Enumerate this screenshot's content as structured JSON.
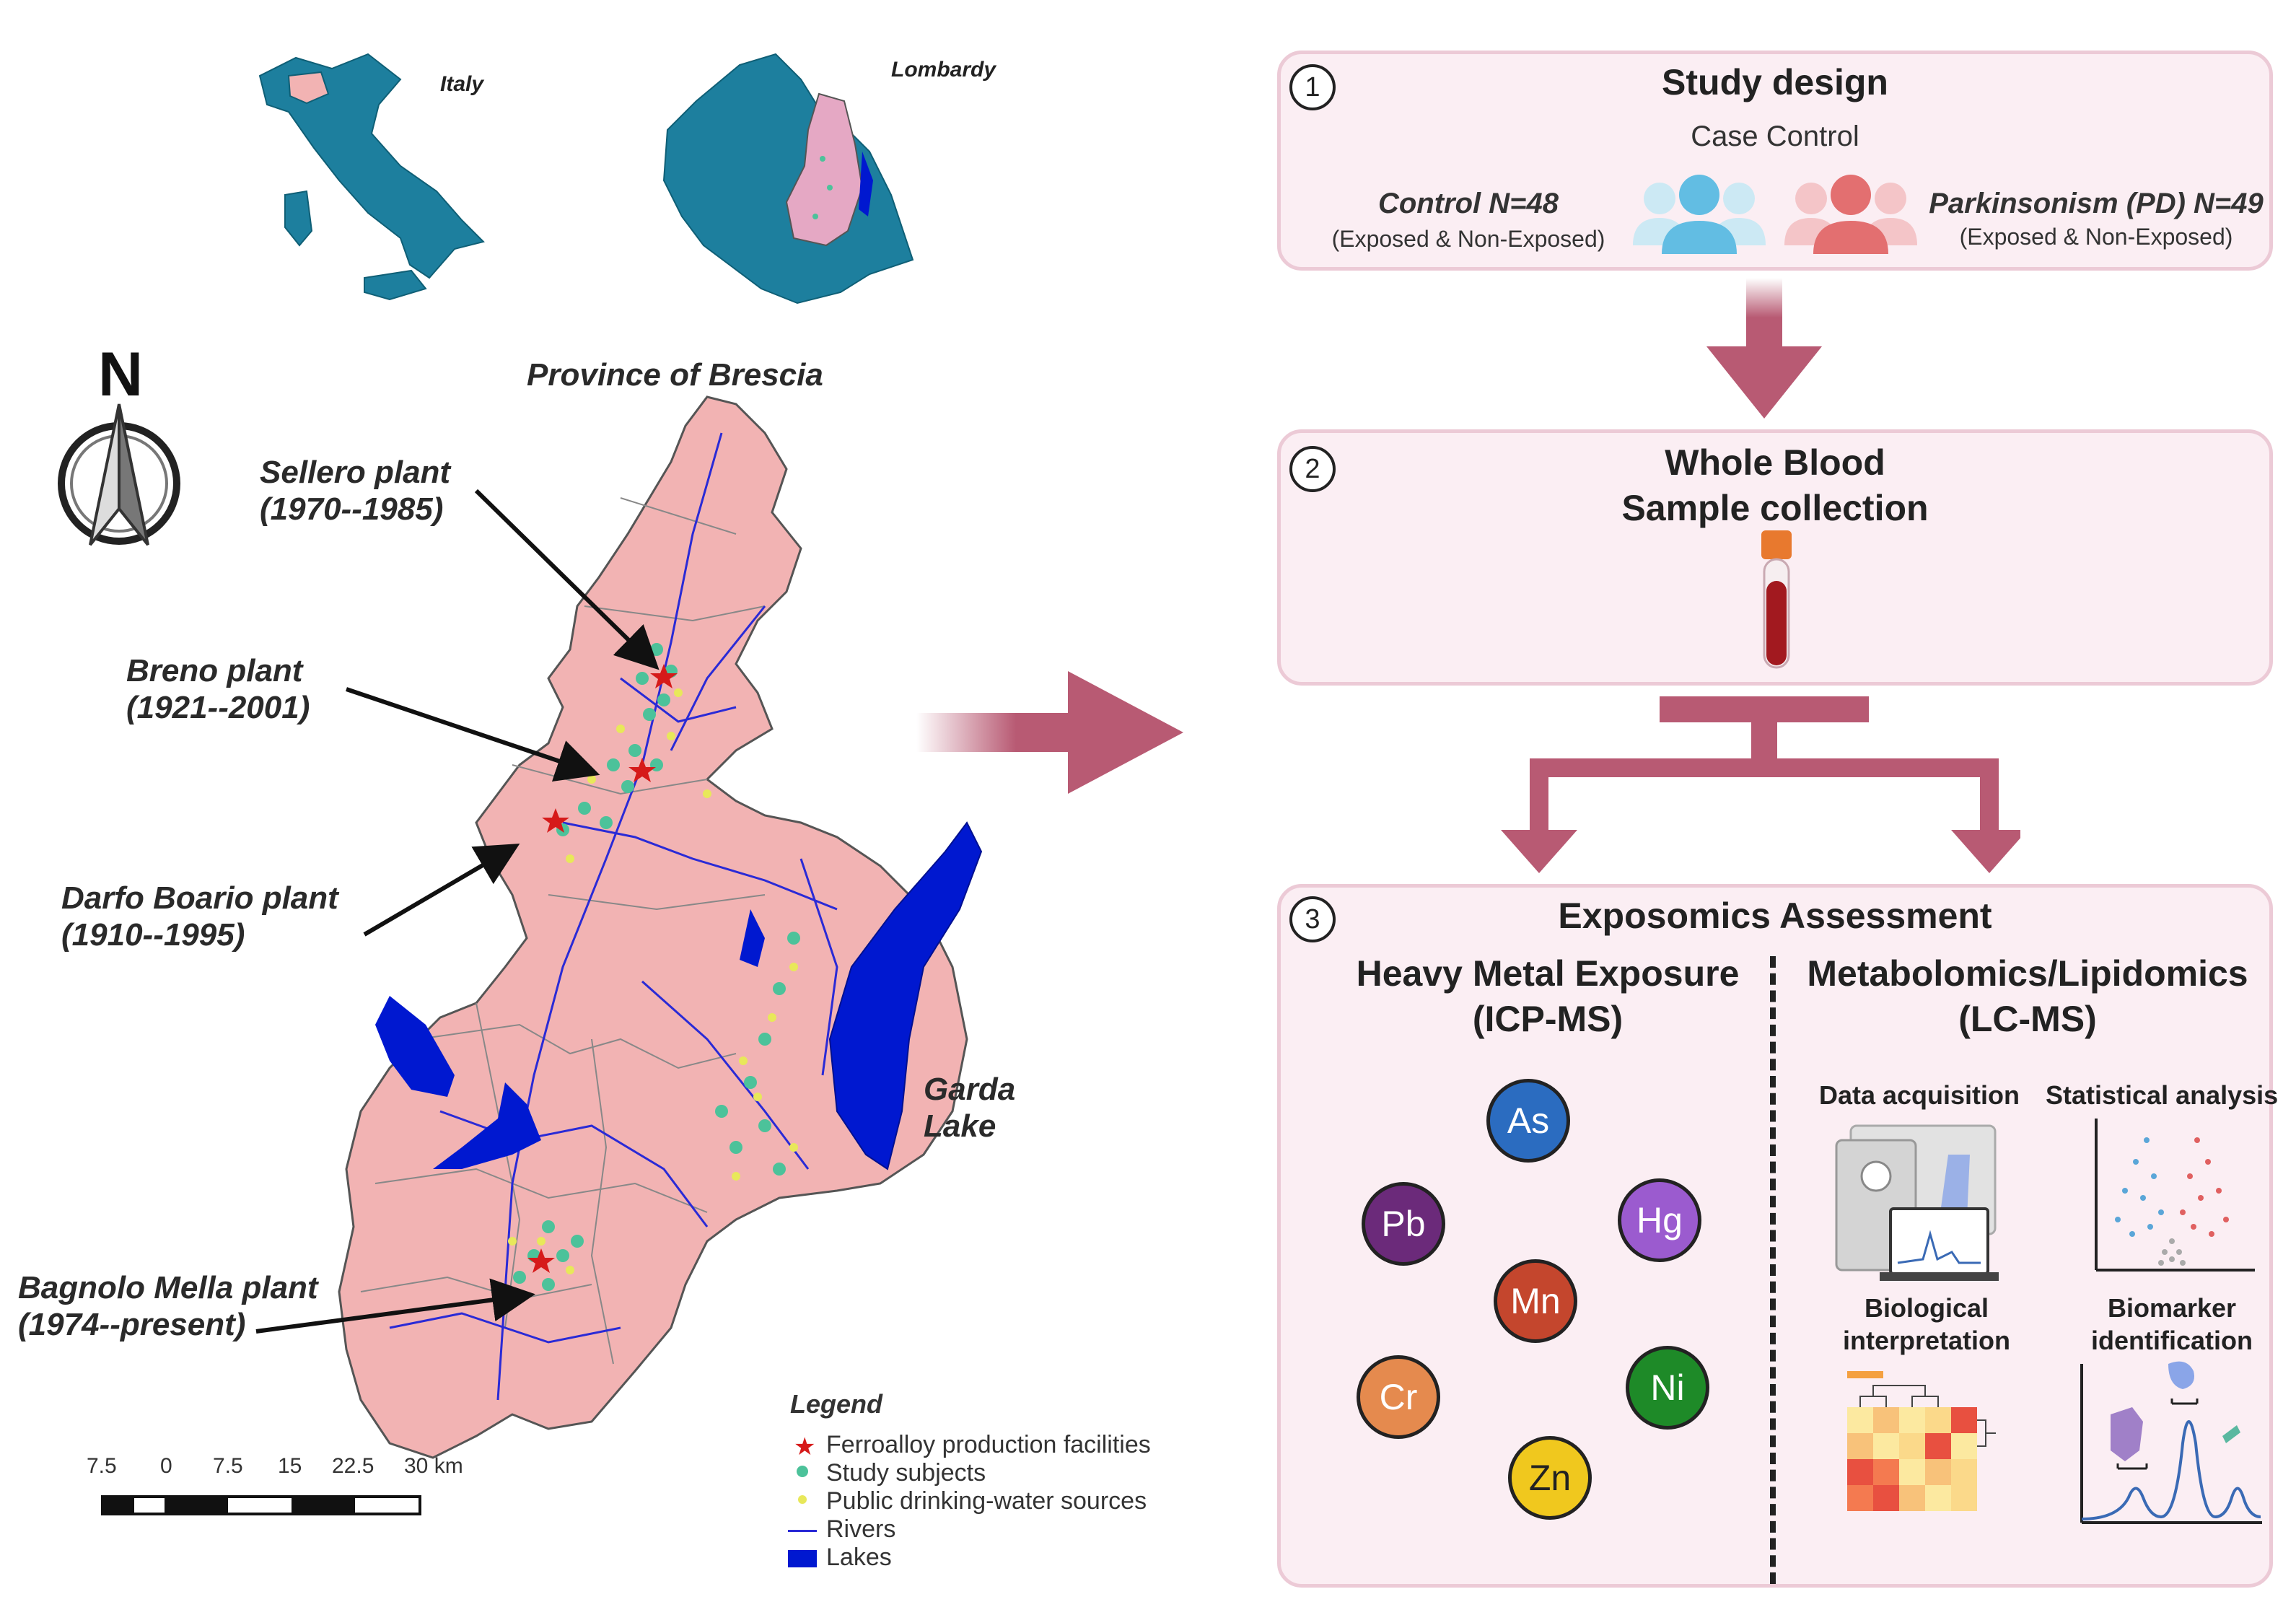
{
  "map": {
    "inset_italy": "Italy",
    "inset_lombardy": "Lombardy",
    "north": "N",
    "province_title": "Province of Brescia",
    "garda_line1": "Garda",
    "garda_line2": "Lake",
    "plants": [
      {
        "name": "Sellero plant",
        "years": "(1970--1985)"
      },
      {
        "name": "Breno plant",
        "years": "(1921--2001)"
      },
      {
        "name": "Darfo Boario plant",
        "years": "(1910--1995)"
      },
      {
        "name": "Bagnolo Mella plant",
        "years": "(1974--present)"
      }
    ],
    "legend": {
      "title": "Legend",
      "items": [
        "Ferroalloy production facilities",
        "Study subjects",
        "Public drinking-water sources",
        "Rivers",
        "Lakes"
      ]
    },
    "scale": [
      "7.5",
      "0",
      "7.5",
      "15",
      "22.5",
      "30 km"
    ]
  },
  "panel1": {
    "number": "1",
    "title": "Study design",
    "subtitle": "Case Control",
    "control_title": "Control N=48",
    "control_sub": "(Exposed & Non-Exposed)",
    "pd_title": "Parkinsonism (PD) N=49",
    "pd_sub": "(Exposed & Non-Exposed)"
  },
  "panel2": {
    "number": "2",
    "title_line1": "Whole Blood",
    "title_line2": "Sample collection"
  },
  "panel3": {
    "number": "3",
    "title": "Exposomics Assessment",
    "left_title1": "Heavy Metal Exposure",
    "left_title2": "(ICP-MS)",
    "right_title1": "Metabolomics/Lipidomics",
    "right_title2": "(LC-MS)",
    "metals": [
      "As",
      "Pb",
      "Hg",
      "Mn",
      "Cr",
      "Ni",
      "Zn"
    ],
    "sub_data": "Data acquisition",
    "sub_stats": "Statistical analysis",
    "sub_bio1": "Biological",
    "sub_bio2": "interpretation",
    "sub_bm1": "Biomarker",
    "sub_bm2": "identification"
  },
  "colors": {
    "accent": "#b85a73",
    "panel_bg": "#fbeef3",
    "province": "#f2b3b3",
    "italy_blue": "#1d7f9e",
    "river": "#2a2ad6",
    "lake": "#0018d0",
    "subjects": "#4cc29a",
    "sources": "#e8e85a",
    "facility": "#d61a1a"
  }
}
